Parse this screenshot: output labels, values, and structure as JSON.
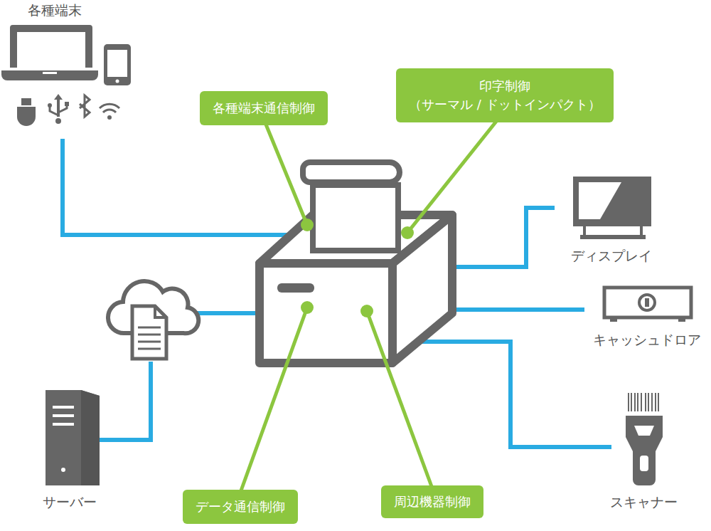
{
  "diagram": {
    "nodes": [
      {
        "text": [
          "各種端末通信制御"
        ]
      },
      {
        "text": [
          "印字制御",
          "（サーマル / ドットインパクト）"
        ]
      },
      {
        "text": [
          "データ通信制御"
        ]
      },
      {
        "text": [
          "周辺機器制御"
        ]
      }
    ],
    "labels": [
      "各種端末",
      "ディスプレイ",
      "キャッシュドロア",
      "スキャナー",
      "サーバー"
    ]
  }
}
